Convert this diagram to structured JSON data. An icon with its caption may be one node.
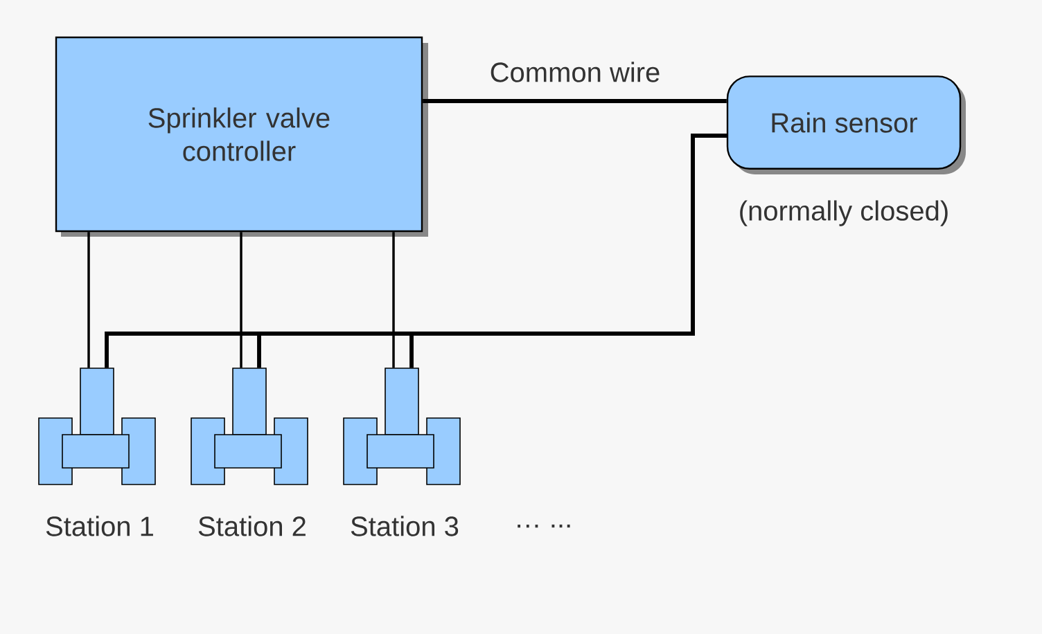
{
  "diagram": {
    "nodes": [
      {
        "text": [
          "Sprinkler valve controller"
        ]
      },
      {
        "text": [
          "Rain sensor"
        ],
        "beside": [
          "(normally closed)"
        ]
      },
      {
        "text": [],
        "shape": "valve",
        "beside": [
          "Station 1"
        ]
      },
      {
        "text": [],
        "shape": "valve",
        "beside": [
          "Station 2"
        ]
      },
      {
        "text": [],
        "shape": "valve",
        "beside": [
          "Station 3"
        ]
      }
    ],
    "edges": [
      {
        "from": 0,
        "to": 1,
        "arrow": "none",
        "label": "Common wire"
      },
      {
        "from": 0,
        "to": 2,
        "arrow": "none"
      },
      {
        "from": 0,
        "to": 3,
        "arrow": "none"
      },
      {
        "from": 0,
        "to": 4,
        "arrow": "none"
      },
      {
        "from": 1,
        "to": 2,
        "arrow": "none"
      },
      {
        "from": 1,
        "to": 3,
        "arrow": "none"
      },
      {
        "from": 1,
        "to": 4,
        "arrow": "none"
      }
    ],
    "labels": [
      "… ..."
    ]
  }
}
